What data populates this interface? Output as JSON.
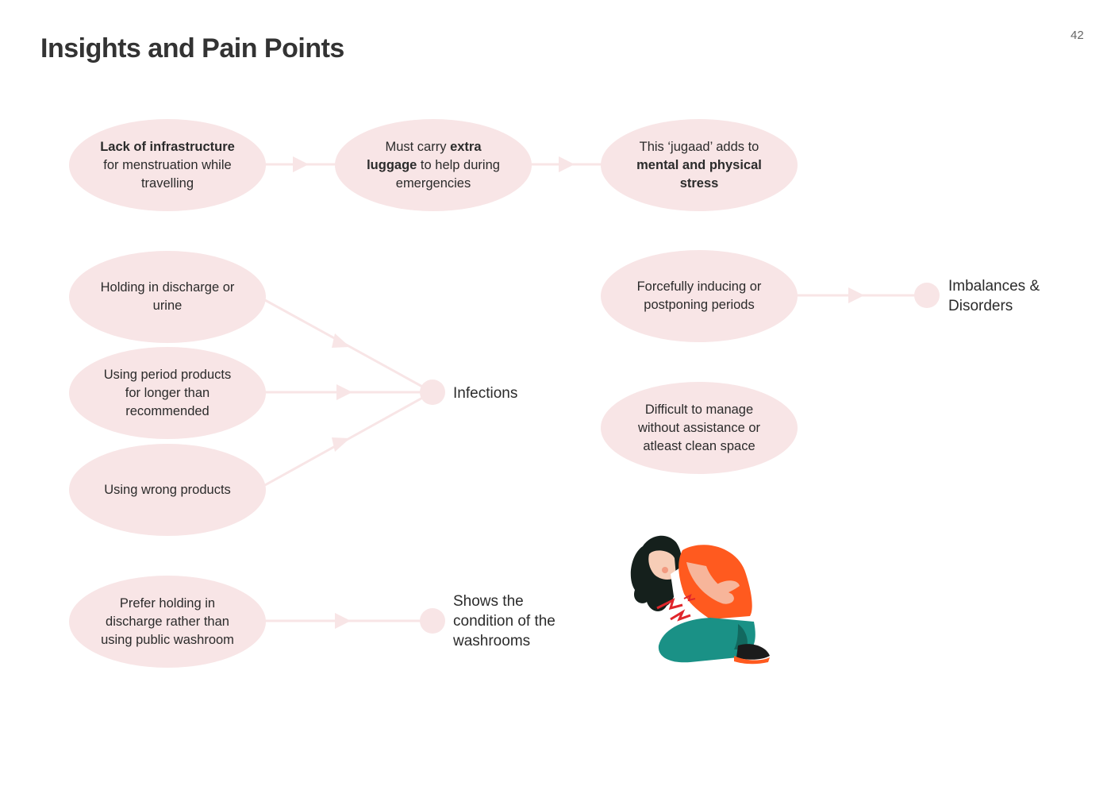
{
  "page": {
    "title": "Insights and Pain Points",
    "page_number": "42"
  },
  "colors": {
    "node_fill": "#f8e5e6",
    "connector": "#f8e5e6",
    "text": "#2b2b2b"
  },
  "flows": {
    "travel": {
      "nodes": [
        {
          "pre": "",
          "bold": "Lack of infrastructure",
          "post": " for menstruation while travelling"
        },
        {
          "pre": "Must carry ",
          "bold": "extra luggage",
          "post": " to help during emergencies"
        },
        {
          "pre": "This ‘jugaad’ adds to ",
          "bold": "mental and physical stress",
          "post": ""
        }
      ]
    },
    "infections": {
      "causes": [
        {
          "text": "Holding in discharge or urine"
        },
        {
          "text": "Using period products for longer than recommended"
        },
        {
          "text": "Using wrong products"
        }
      ],
      "outcome": "Infections"
    },
    "imbalances": {
      "cause": "Forcefully inducing or postponing periods",
      "outcome": "Imbalances & Disorders"
    },
    "standalone": {
      "text": "Difficult to manage without assistance or atleast clean space"
    },
    "washrooms": {
      "cause": "Prefer holding in discharge rather than using public washroom",
      "outcome": "Shows the condition of the washrooms"
    }
  },
  "illustration": {
    "subject": "woman-kneeling-with-cramps-icon"
  }
}
